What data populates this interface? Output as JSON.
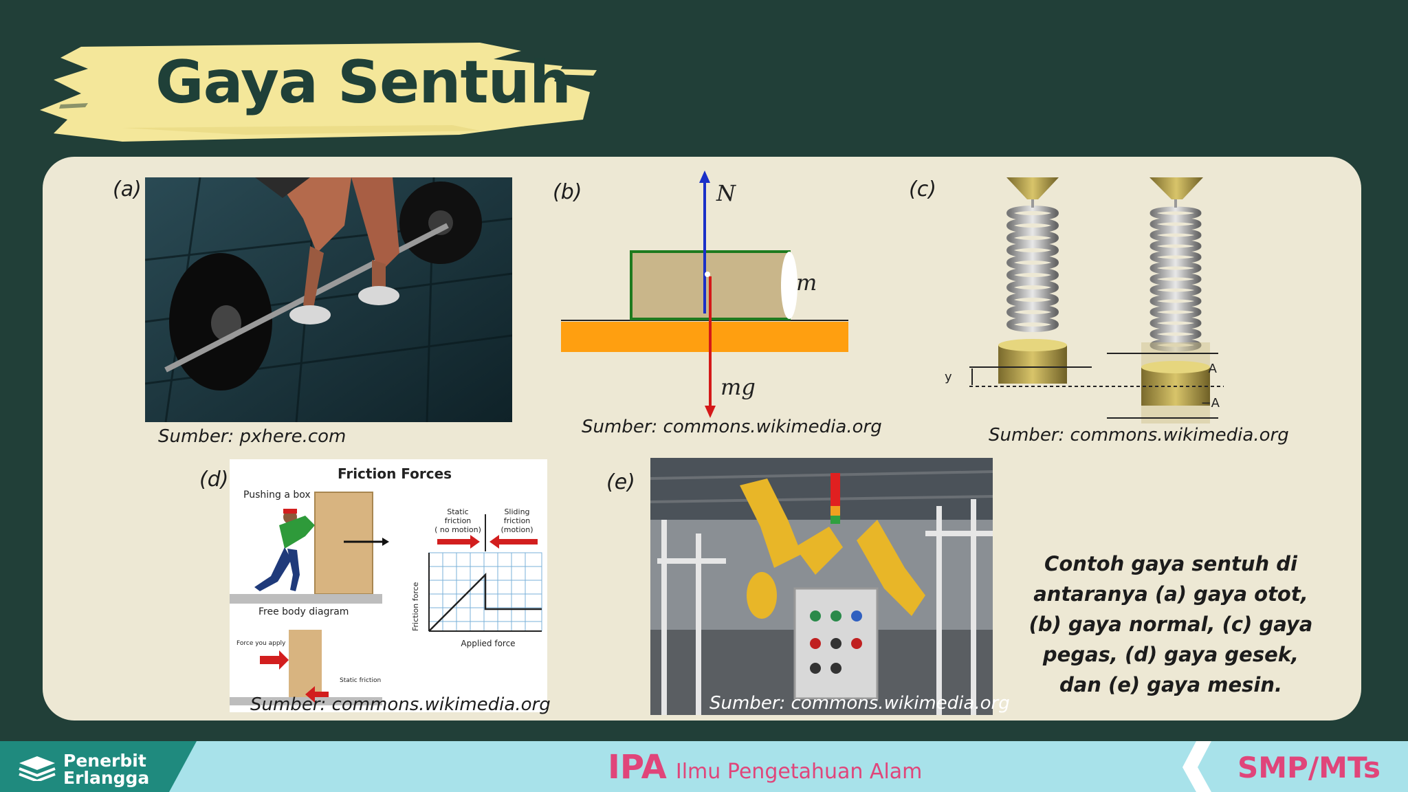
{
  "slide": {
    "title": "Gaya Sentuh",
    "caption": "Contoh gaya sentuh di antaranya (a) gaya otot, (b) gaya normal, (c) gaya pegas, (d) gaya gesek, dan (e) gaya mesin."
  },
  "figures": {
    "a": {
      "label": "(a)",
      "source": "Sumber: pxhere.com"
    },
    "b": {
      "label": "(b)",
      "source": "Sumber: commons.wikimedia.org",
      "force_up": "N",
      "mass": "m",
      "force_down": "mg"
    },
    "c": {
      "label": "(c)",
      "source": "Sumber: commons.wikimedia.org",
      "y": "y",
      "amp_pos": "A",
      "amp_neg": "−A"
    },
    "d": {
      "label": "(d)",
      "source": "Sumber: commons.wikimedia.org",
      "title": "Friction Forces",
      "push": "Pushing a box",
      "static": [
        "Static",
        "friction",
        "( no motion)"
      ],
      "sliding": [
        "Sliding",
        "friction",
        "(motion)"
      ],
      "y_axis": "Friction force",
      "x_axis": "Applied force",
      "fbd": "Free body diagram",
      "apply": "Force you apply",
      "static_f": "Static friction"
    },
    "e": {
      "label": "(e)",
      "source": "Sumber: commons.wikimedia.org"
    }
  },
  "footer": {
    "publisher_line1": "Penerbit",
    "publisher_line2": "Erlangga",
    "subject": "IPA",
    "subject_full": "Ilmu Pengetahuan Alam",
    "level": "SMP/MTs"
  },
  "colors": {
    "background": "#213f38",
    "card": "#ede8d4",
    "brush": "#f4e79a",
    "footer": "#a8e2ea",
    "accent": "#e0457a"
  }
}
